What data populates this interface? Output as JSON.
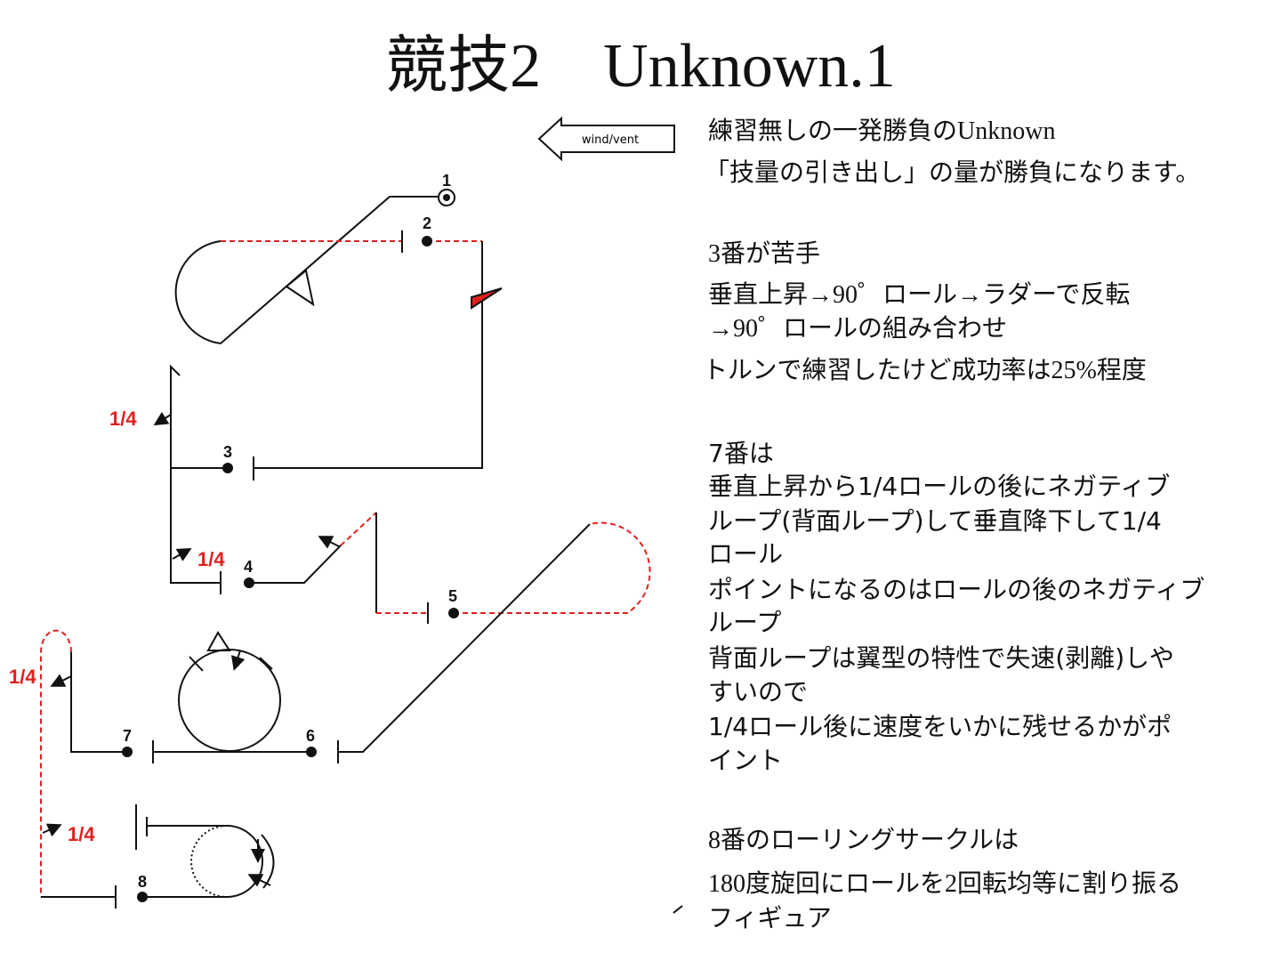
{
  "title": "競技2　Unknown.1",
  "wind_label": "wind/vent",
  "points": [
    "1",
    "2",
    "3",
    "4",
    "5",
    "6",
    "7",
    "8"
  ],
  "quarter_labels": [
    "1/4",
    "1/4",
    "1/4",
    "1/4"
  ],
  "notes": {
    "intro": [
      "練習無しの一発勝負のUnknown",
      "「技量の引き出し」の量が勝負になります。"
    ],
    "fig3": [
      "3番が苦手",
      "垂直上昇→90゜ロール→ラダーで反転",
      "→90゜ロールの組み合わせ",
      "トルンで練習したけど成功率は25%程度"
    ],
    "fig7": [
      "7番は",
      "垂直上昇から1/4ロールの後にネガティブ",
      "ループ(背面ループ)して垂直降下して1/4",
      "ロール",
      "ポイントになるのはロールの後のネガティブ",
      "ループ",
      "背面ループは翼型の特性で失速(剥離)しや",
      "すいので",
      "1/4ロール後に速度をいかに残せるかがポ",
      "イント"
    ],
    "fig8": [
      "8番のローリングサークルは",
      "180度旋回にロールを2回転均等に割り振る",
      "フィギュア"
    ]
  },
  "colors": {
    "line": "#111111",
    "red": "#e0201e"
  }
}
